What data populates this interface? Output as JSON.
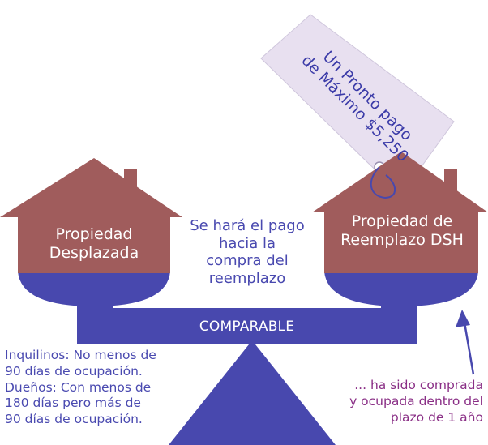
{
  "colors": {
    "house": "#a05c5c",
    "balance": "#4848ae",
    "tag": "#e8e0f0",
    "blue_text": "#4a4ab0",
    "purple_text": "#8a2f86"
  },
  "left_house": {
    "label_line1": "Propiedad",
    "label_line2": "Desplazada"
  },
  "right_house": {
    "label_line1": "Propiedad de",
    "label_line2": "Reemplazo DSH"
  },
  "center_text": {
    "line1": "Se hará el pago",
    "line2": "hacia la",
    "line3": "compra del",
    "line4": "reemplazo"
  },
  "beam_label": "COMPARABLE",
  "price_tag": {
    "line1": "Un Pronto pago",
    "line2": "de Máximo $5,250"
  },
  "left_notes": [
    "Inquilinos: No menos de",
    "90 días de ocupación.",
    "Dueños: Con menos de",
    "180 días pero más de",
    "90 días de ocupación."
  ],
  "right_notes": [
    "... ha sido comprada",
    "y ocupada dentro del",
    "plazo de 1 año"
  ]
}
